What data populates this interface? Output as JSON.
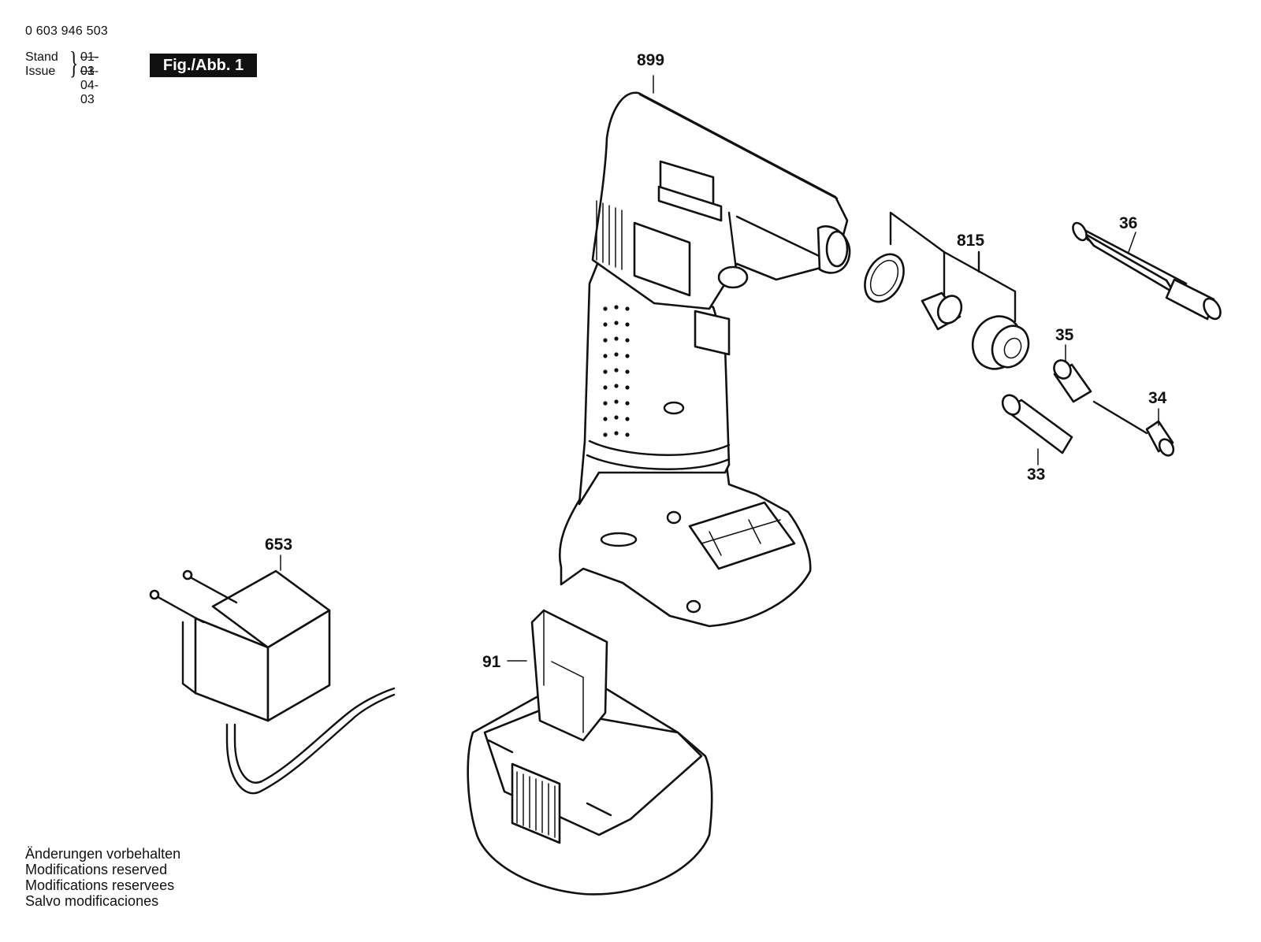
{
  "header": {
    "doc_number": "0 603 946 503",
    "stand_label": "Stand",
    "issue_label": "Issue",
    "old_date": "01-03",
    "new_date": "01-04-03",
    "figure_label": "Fig./Abb. 1"
  },
  "callouts": {
    "compressor": "899",
    "hose_set": "815",
    "extension_36": "36",
    "adapter_35": "35",
    "needle_34": "34",
    "nozzle_33": "33",
    "charger": "653",
    "battery": "91"
  },
  "footer": {
    "line_de": "Änderungen vorbehalten",
    "line_en": "Modifications reserved",
    "line_fr": "Modifications reservees",
    "line_es": "Salvo modificaciones"
  }
}
